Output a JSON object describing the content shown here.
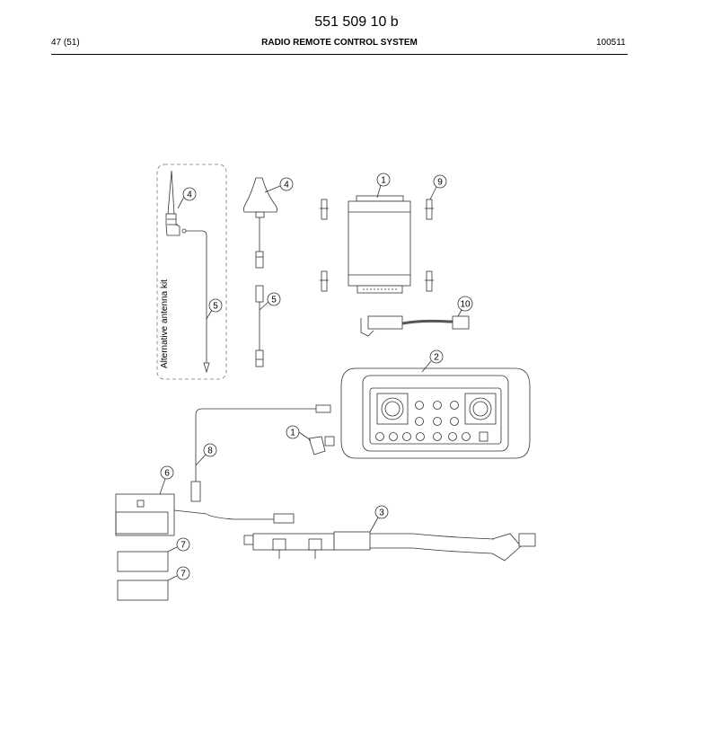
{
  "header": {
    "doc_number": "551 509 10 b",
    "page": "47 (51)",
    "title": "RADIO REMOTE CONTROL SYSTEM",
    "date": "100511"
  },
  "diagram": {
    "kit_label": "Alternative antenna kit",
    "callouts": {
      "c1a": "1",
      "c1b": "1",
      "c2": "2",
      "c3": "3",
      "c4a": "4",
      "c4b": "4",
      "c5a": "5",
      "c5b": "5",
      "c6": "6",
      "c7a": "7",
      "c7b": "7",
      "c8": "8",
      "c9": "9",
      "c10": "10"
    }
  }
}
